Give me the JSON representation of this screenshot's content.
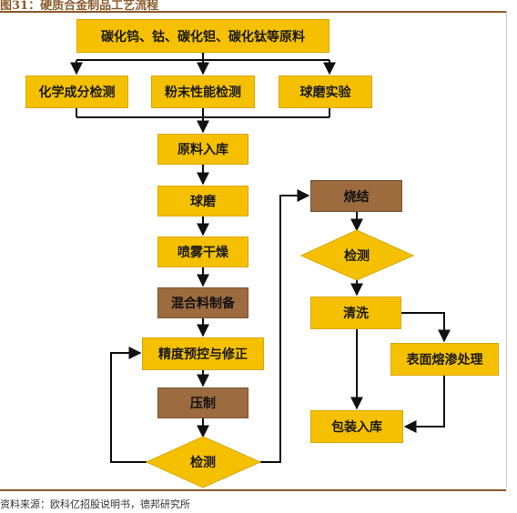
{
  "title": "图31：硬质合金制品工艺流程",
  "source": "资料来源：欧科亿招股说明书，德邦研究所",
  "nodes": {
    "raw_materials": "碳化钨、钴、碳化钽、碳化钛等原料",
    "chem_test": "化学成分检测",
    "powder_test": "粉末性能检测",
    "ball_test": "球磨实验",
    "raw_storage": "原料入库",
    "ball_mill": "球磨",
    "spray_dry": "喷雾干燥",
    "mix_prep": "混合料制备",
    "precision_ctrl": "精度预控与修正",
    "pressing": "压制",
    "inspect1": "检测",
    "sinter": "烧结",
    "inspect2": "检测",
    "clean": "清洗",
    "surface_treat": "表面熔渗处理",
    "pack": "包装入库"
  },
  "colors": {
    "yellow": "#f5c000",
    "brown": "#9c6b3e",
    "line": "#111111",
    "accent": "#8b5a2b"
  }
}
